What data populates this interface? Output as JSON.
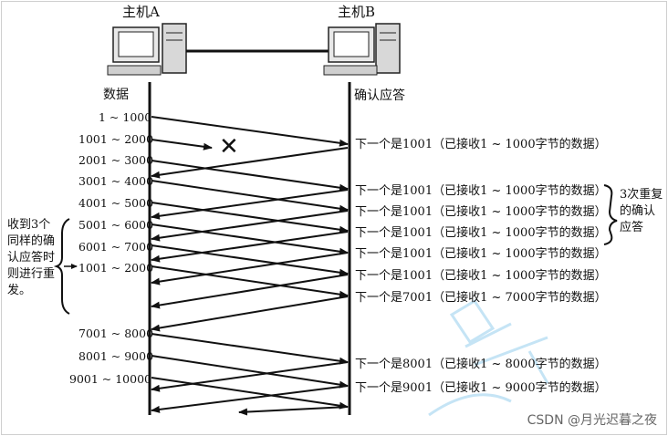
{
  "hosts": {
    "a": "主机A",
    "b": "主机B"
  },
  "columns": {
    "left": "数据",
    "right": "确认应答"
  },
  "segments": [
    "1 ~ 1000",
    "1001 ~ 2000",
    "2001 ~ 3000",
    "3001 ~ 4000",
    "4001 ~ 5000",
    "5001 ~ 6000",
    "6001 ~ 7000",
    "1001 ~ 2000",
    "7001 ~ 8000",
    "8001 ~ 9000",
    "9001 ~ 10000"
  ],
  "acks": [
    "下一个是1001（已接收1 ~ 1000字节的数据）",
    "下一个是1001（已接收1 ~ 1000字节的数据）",
    "下一个是1001（已接收1 ~ 1000字节的数据）",
    "下一个是1001（已接收1 ~ 1000字节的数据）",
    "下一个是1001（已接收1 ~ 1000字节的数据）",
    "下一个是1001（已接收1 ~ 1000字节的数据）",
    "下一个是7001（已接收1 ~ 7000字节的数据）",
    "下一个是8001（已接收1 ~ 8000字节的数据）",
    "下一个是9001（已接收1 ~ 9000字节的数据）"
  ],
  "notes": {
    "triple_ack": "3次重复的确认应答",
    "retransmit": "收到3个同样的确认应答时则进行重发。"
  },
  "lost_marker": "✕",
  "watermark": "CSDN @月光迟暮之夜",
  "colors": {
    "line": "#111111",
    "watermark_stroke": "#9fd3f0"
  }
}
